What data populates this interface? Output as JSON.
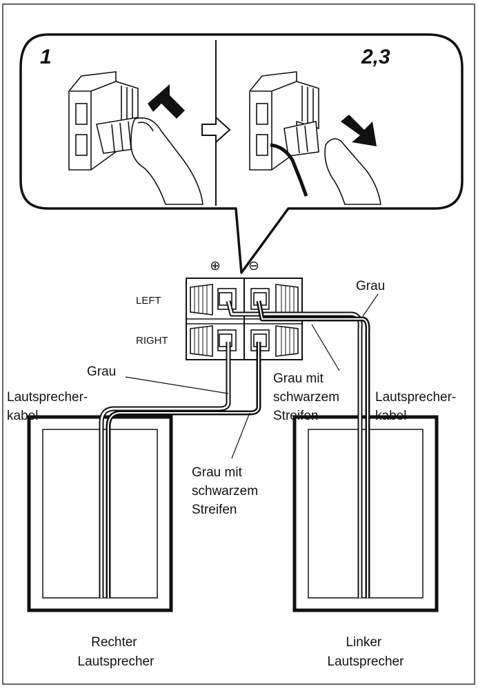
{
  "steps": {
    "first": "1",
    "second": "2,3"
  },
  "terminal": {
    "plus_symbol": "⊕",
    "minus_symbol": "⊖",
    "row_left": "LEFT",
    "row_right": "RIGHT"
  },
  "labels": {
    "grau_left": "Grau",
    "grau_right": "Grau",
    "cable_left": [
      "Lautsprecher-",
      "kabel"
    ],
    "cable_right": [
      "Lautsprecher-",
      "kabel"
    ],
    "stripe_upper": [
      "Grau mit",
      "schwarzem",
      "Streifen"
    ],
    "stripe_lower": [
      "Grau mit",
      "schwarzem",
      "Streifen"
    ],
    "speaker_right": [
      "Rechter",
      "Lautsprecher"
    ],
    "speaker_left": [
      "Linker",
      "Lautsprecher"
    ]
  },
  "colors": {
    "line": "#111111",
    "wire_fill": "#ffffff",
    "page_border": "#333333"
  }
}
